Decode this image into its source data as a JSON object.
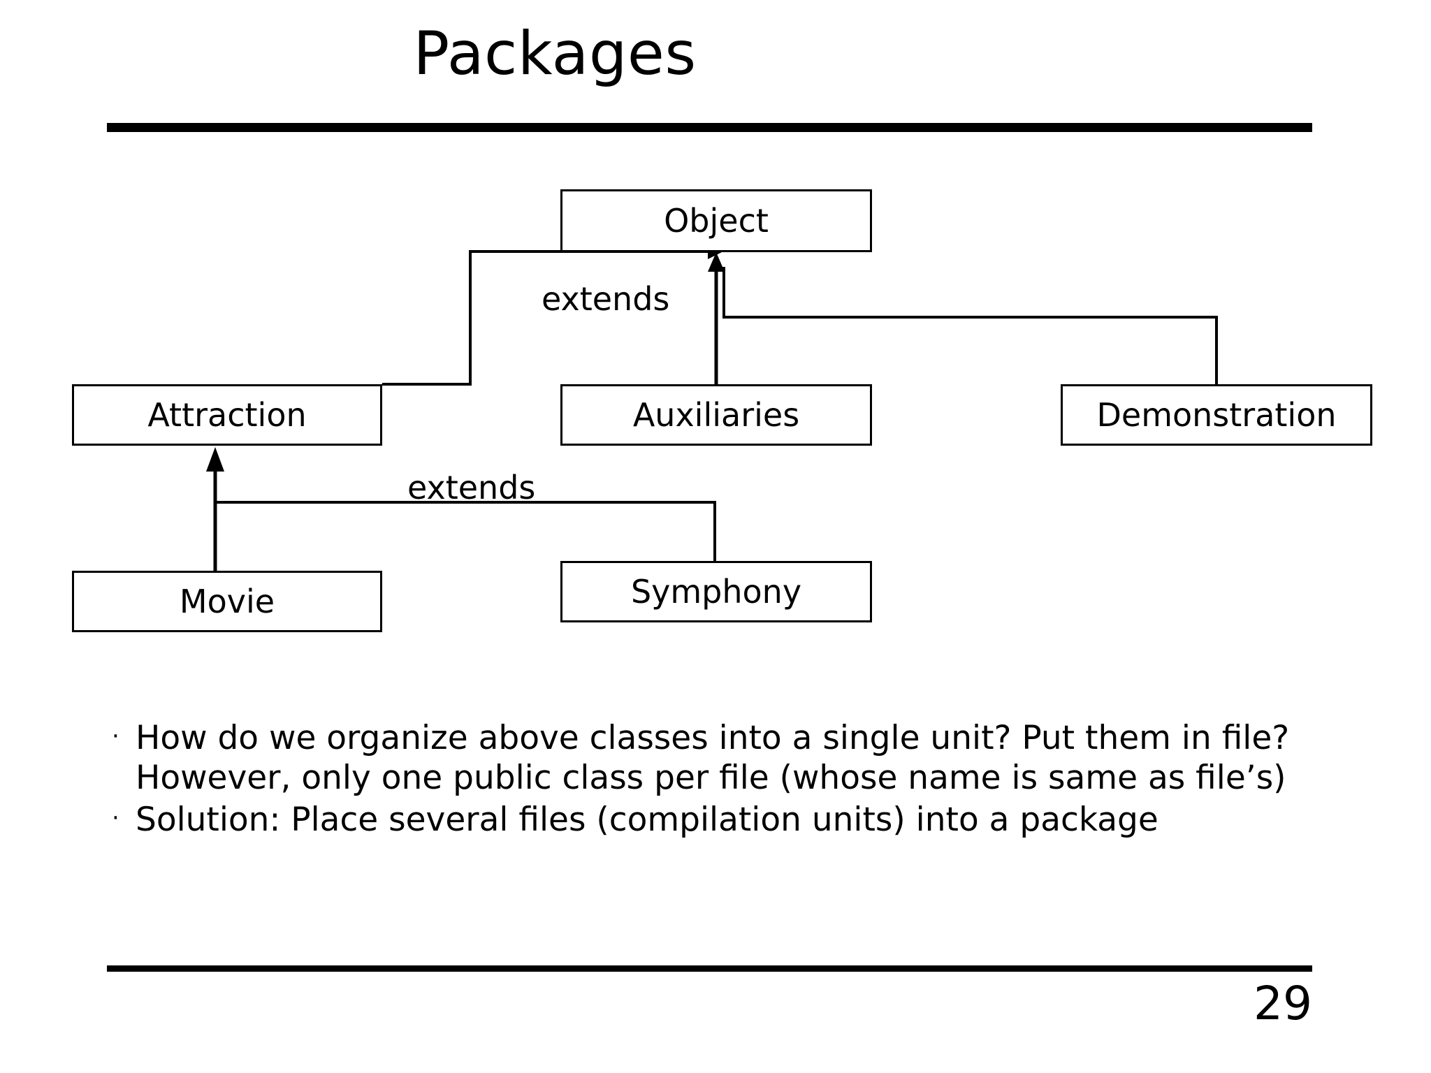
{
  "slide": {
    "title": "Packages",
    "page_number": "29",
    "ink_color": "#000000",
    "background_color": "#ffffff"
  },
  "diagram": {
    "type": "class-hierarchy",
    "nodes": [
      {
        "id": "object",
        "label": "Object"
      },
      {
        "id": "attraction",
        "label": "Attraction"
      },
      {
        "id": "auxiliaries",
        "label": "Auxiliaries"
      },
      {
        "id": "demonstration",
        "label": "Demonstration"
      },
      {
        "id": "movie",
        "label": "Movie"
      },
      {
        "id": "symphony",
        "label": "Symphony"
      }
    ],
    "edge_labels": [
      {
        "id": "extends-top",
        "label": "extends"
      },
      {
        "id": "extends-bottom",
        "label": "extends"
      }
    ],
    "edges": [
      {
        "from": "attraction",
        "to": "object",
        "label": "extends"
      },
      {
        "from": "auxiliaries",
        "to": "object",
        "label": "extends"
      },
      {
        "from": "demonstration",
        "to": "object",
        "label": "extends"
      },
      {
        "from": "movie",
        "to": "attraction",
        "label": "extends"
      },
      {
        "from": "symphony",
        "to": "attraction",
        "label": "extends"
      }
    ]
  },
  "bullets": [
    {
      "marker": "·",
      "text": "How do we organize above classes into a single unit? Put them in file? However, only one public class per file (whose name is same as file’s)"
    },
    {
      "marker": "·",
      "text": "Solution: Place several files (compilation units) into a package"
    }
  ]
}
